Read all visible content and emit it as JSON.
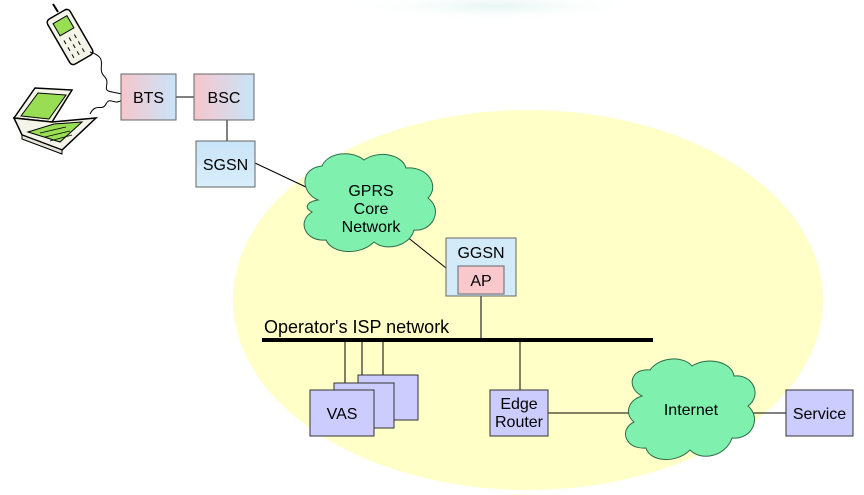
{
  "nodes": {
    "bts": "BTS",
    "bsc": "BSC",
    "sgsn": "SGSN",
    "gprs_core": [
      "GPRS",
      "Core",
      "Network"
    ],
    "ggsn": "GGSN",
    "ap": "AP",
    "isp_network": "Operator's ISP network",
    "vas": "VAS",
    "edge_router": [
      "Edge",
      "Router"
    ],
    "internet": "Internet",
    "service": "Service"
  },
  "devices": [
    "mobile-phone-icon",
    "laptop-icon"
  ],
  "colors": {
    "operator_area": "#FFFFC8",
    "gradient_box_blue": "#C9E4F8",
    "gradient_box_pink": "#F6C6CC",
    "ggsn_box": "#D3EAF8",
    "ap_box": "#F8C8CC",
    "lavender_box": "#CCCCFF",
    "cloud": "#7FF0AD",
    "device_screen": "#99DD55"
  }
}
